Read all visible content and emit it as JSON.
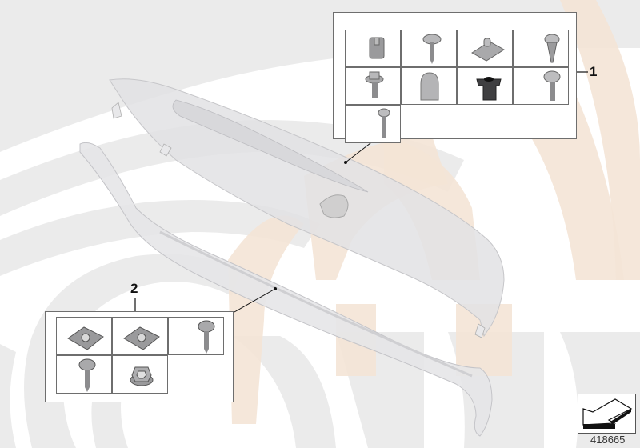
{
  "diagram": {
    "type": "parts-diagram",
    "subject": "rear bumper trim panel with mounting parts",
    "diagram_number": "418665",
    "colors": {
      "watermark_gray": "#ebebeb",
      "watermark_tan": "#f4e4d6",
      "part_fill": "#e4e4e6",
      "part_edge": "#c9c9cc",
      "line": "#6e6e6e",
      "text": "#111111"
    }
  },
  "callouts": [
    {
      "ref": "1",
      "label": "1",
      "grid_rows": 3,
      "grid_cols": 4,
      "parts": [
        {
          "icon": "clip-nut-icon",
          "row": 0,
          "col": 0
        },
        {
          "icon": "washer-screw-icon",
          "row": 0,
          "col": 1
        },
        {
          "icon": "spring-nut-icon",
          "row": 0,
          "col": 2
        },
        {
          "icon": "expanding-rivet-icon",
          "row": 0,
          "col": 3
        },
        {
          "icon": "hex-collar-screw-icon",
          "row": 1,
          "col": 0
        },
        {
          "icon": "cap-icon",
          "row": 1,
          "col": 1
        },
        {
          "icon": "grommet-icon",
          "row": 1,
          "col": 2
        },
        {
          "icon": "torx-screw-icon",
          "row": 1,
          "col": 3
        },
        {
          "icon": "long-screw-icon",
          "row": 2,
          "col": 0
        }
      ]
    },
    {
      "ref": "2",
      "label": "2",
      "grid_rows": 2,
      "grid_cols": 3,
      "parts": [
        {
          "icon": "speed-nut-icon",
          "row": 0,
          "col": 0
        },
        {
          "icon": "speed-nut-icon",
          "row": 0,
          "col": 1
        },
        {
          "icon": "washer-screw-icon",
          "row": 0,
          "col": 2
        },
        {
          "icon": "washer-screw-icon",
          "row": 1,
          "col": 0
        },
        {
          "icon": "hex-flange-nut-icon",
          "row": 1,
          "col": 1
        }
      ]
    }
  ],
  "nav": {
    "icon": "return-arrow-icon"
  }
}
